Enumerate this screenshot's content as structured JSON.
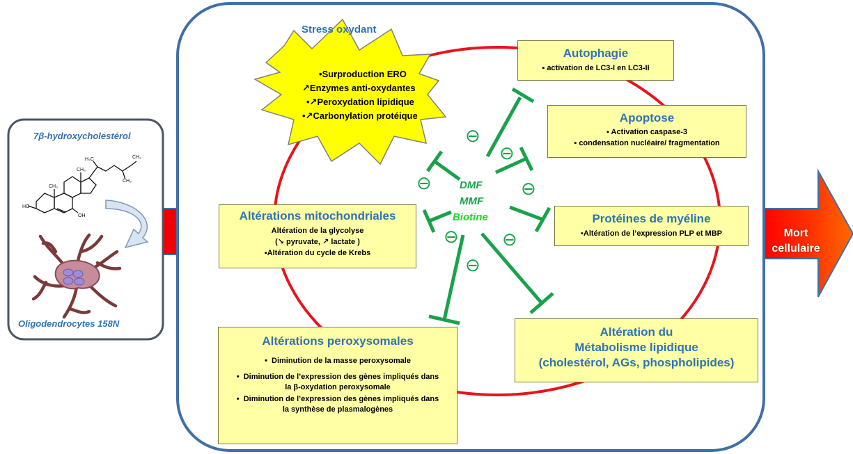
{
  "colors": {
    "panel_border": "#3f6fa8",
    "circle": "#e8141b",
    "inhibitor": "#1aa24b",
    "box_fill": "#ffffa6",
    "title_blue": "#2e74b5",
    "arrow_red": "#f00000",
    "arrow_orange": "#f06a10",
    "star_fill": "#ffff00"
  },
  "left_panel": {
    "compound": "7β-hydroxycholestérol",
    "cells": "Oligodendrocytes 158N"
  },
  "stress": {
    "title": "Stress oxydant",
    "items": [
      {
        "prefix": "•",
        "text": "Surproduction ERO"
      },
      {
        "prefix": "↗",
        "text": "Enzymes anti-oxydantes"
      },
      {
        "prefix": "•↗",
        "text": "Peroxydation lipidique"
      },
      {
        "prefix": "•↗",
        "text": "Carbonylation protéique"
      }
    ]
  },
  "autophagie": {
    "title": "Autophagie",
    "lines": [
      "▪  activation de  LC3-I en LC3-II"
    ]
  },
  "apoptose": {
    "title": "Apoptose",
    "lines": [
      "▪ Activation caspase-3",
      "▪ condensation nucléaire/ fragmentation"
    ]
  },
  "mito": {
    "title": "Altérations mitochondriales",
    "lines": [
      "Altération de la glycolyse",
      "pyruvate,",
      "lactate )",
      "▪Altération du cycle de Krebs"
    ],
    "paren_open": "("
  },
  "myeline": {
    "title": "Protéines de myéline",
    "lines": [
      "▪Altération de l’expression PLP et MBP"
    ]
  },
  "peroxy": {
    "title": "Altérations peroxysomales",
    "items": [
      "Diminution de la masse peroxysomale",
      "Diminution de l’expression des gènes impliqués dans la β-oxydation peroxysomale",
      "Diminution de l’expression des gènes impliqués dans la synthèse de plasmalogènes"
    ]
  },
  "lipid": {
    "lines": [
      "Altération du",
      "Métabolisme lipidique",
      "(cholestérol, AGs, phospholipides)"
    ]
  },
  "center": {
    "labels": [
      "DMF",
      "MMF",
      "Biotine"
    ],
    "inhibit_symbol": "⊖"
  },
  "output": {
    "line1": "Mort",
    "line2": "cellulaire"
  }
}
